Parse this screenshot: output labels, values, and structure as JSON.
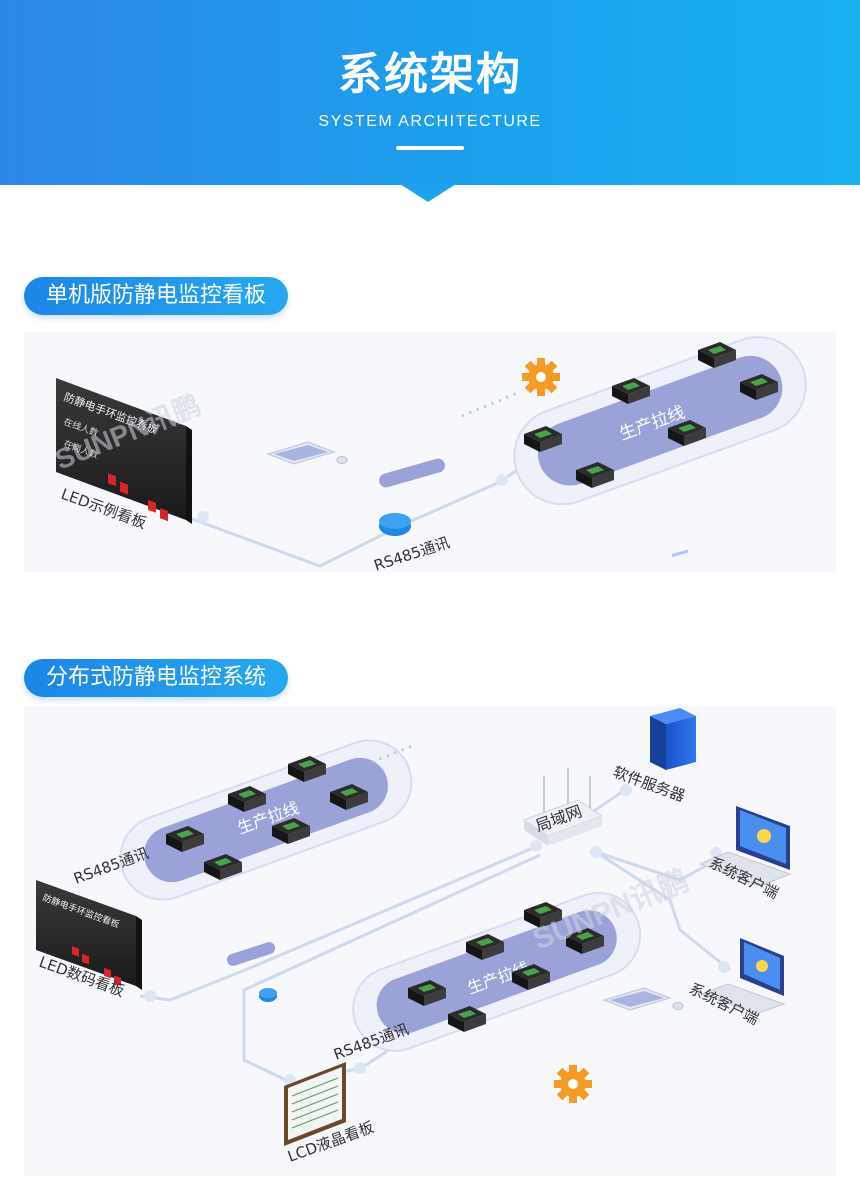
{
  "header": {
    "title": "系统架构",
    "subtitle": "SYSTEM ARCHITECTURE"
  },
  "section1": {
    "heading": "单机版防静电监控看板",
    "led_board_label": "LED示例看板",
    "led_board_text": {
      "title": "防静电手环监控看板",
      "row1": "在线人数",
      "row2": "在岗人数"
    },
    "comm_label": "RS485通讯",
    "line_label": "生产拉线"
  },
  "section2": {
    "heading": "分布式防静电监控系统",
    "top_comm_label": "RS485通讯",
    "top_line_label": "生产拉线",
    "led_board_label": "LED数码看板",
    "led_board_text": {
      "title": "防静电手环监控看板"
    },
    "router_label": "局域网",
    "server_label": "软件服务器",
    "client1_label": "系统客户端",
    "client2_label": "系统客户端",
    "bottom_line_label": "生产拉线",
    "bottom_comm_label": "RS485通讯",
    "lcd_label": "LCD液晶看板"
  },
  "watermark": "SUNPN讯鹏",
  "colors": {
    "header": "#1ea2ec",
    "accent": "#2589e6",
    "conveyor": "#9aa2d8",
    "cable": "#c9d7ea",
    "gear": "#f59a23",
    "node": "#1e88e5"
  }
}
